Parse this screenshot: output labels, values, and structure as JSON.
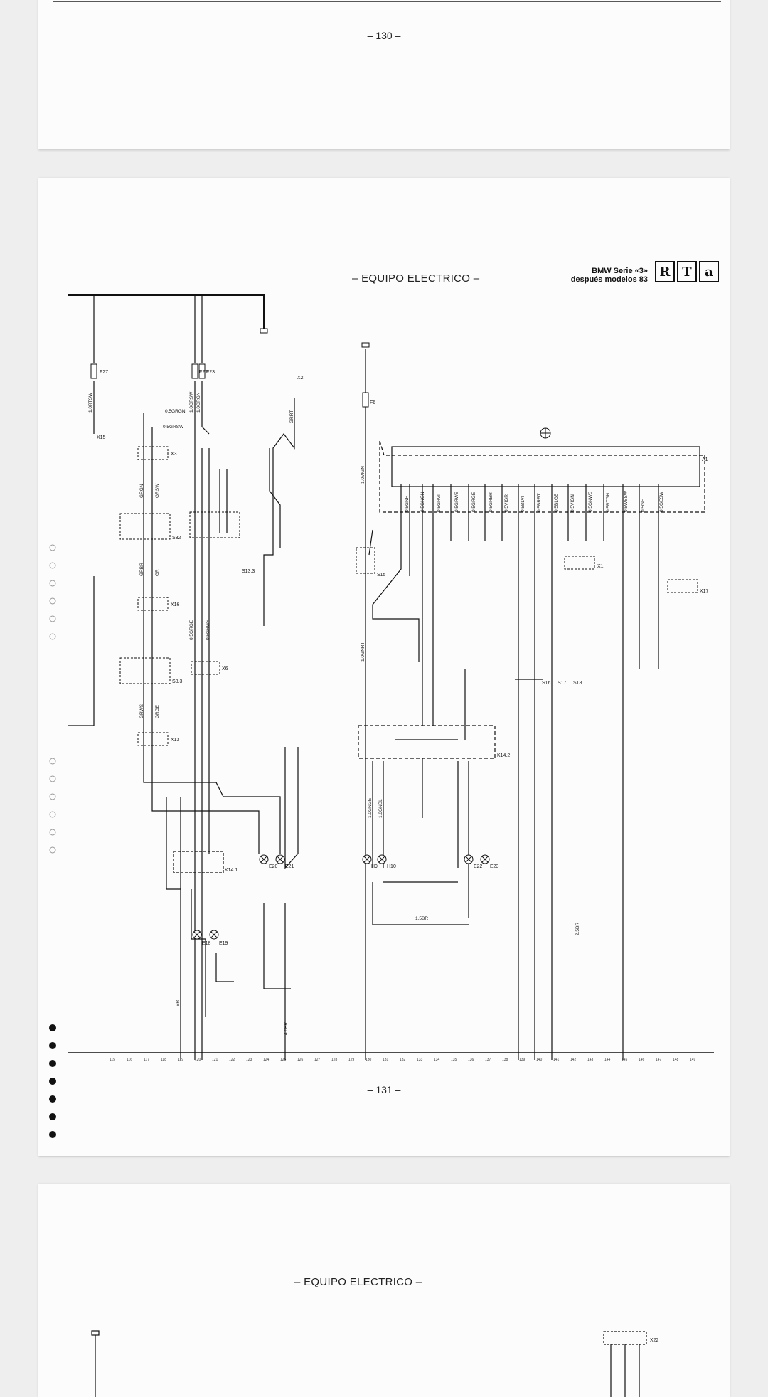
{
  "pages": {
    "prev": {
      "page_number": "– 130 –"
    },
    "current": {
      "section_title": "– EQUIPO ELECTRICO –",
      "brand_line1": "BMW Serie «3»",
      "brand_line2": "después modelos 83",
      "logo_letters": [
        "R",
        "T",
        "a"
      ],
      "page_number": "– 131 –"
    },
    "next": {
      "section_title": "– EQUIPO ELECTRICO –"
    }
  },
  "diagram": {
    "component_labels": [
      "F27",
      "F22",
      "F23",
      "F6",
      "X15",
      "X3",
      "S32",
      "X16",
      "S8.3",
      "X13",
      "X6",
      "X2",
      "S13.3",
      "S15",
      "X1",
      "X17",
      "S16",
      "S17",
      "S18",
      "K14.1",
      "K14.2",
      "E18",
      "E19",
      "E20",
      "E21",
      "H9",
      "H10",
      "E22",
      "E23",
      "A1",
      "X22"
    ],
    "wire_labels": [
      "1.0RTSW",
      "1.0GRSW",
      "1.0GRGN",
      "0.5GRGN",
      "0.5GRSW",
      "GRGN",
      "GRSW",
      "GRBR",
      "GR",
      "GRWS",
      "GRGE",
      "0.5GRGE",
      "0.5GRWS",
      "GRRT",
      "1.0VIGN",
      "1.0GNRT",
      "1.0GNGE",
      "1.0GNBL",
      "0.5GNRT",
      "0.5GNGN",
      "0.5GRVI",
      "0.5GRWS",
      "0.5GRGE",
      "0.5GRBR",
      "0.5VIGR",
      "0.5BLVI",
      "0.5BRRT",
      "0.5BLGE",
      "0.5VIGN",
      "0.5GNWS",
      "0.5RTGN",
      "0.5WSSW",
      "0.5GE",
      "0.5GESW",
      "1.5BR",
      "2.5BR",
      "4.0BR",
      "BR"
    ],
    "ground_bus_ticks": [
      "115",
      "116",
      "117",
      "118",
      "119",
      "120",
      "121",
      "122",
      "123",
      "124",
      "125",
      "126",
      "127",
      "128",
      "129",
      "130",
      "131",
      "132",
      "133",
      "134",
      "135",
      "136",
      "137",
      "138",
      "139",
      "140",
      "141",
      "142",
      "143",
      "144",
      "145",
      "146",
      "147",
      "148",
      "149"
    ]
  }
}
